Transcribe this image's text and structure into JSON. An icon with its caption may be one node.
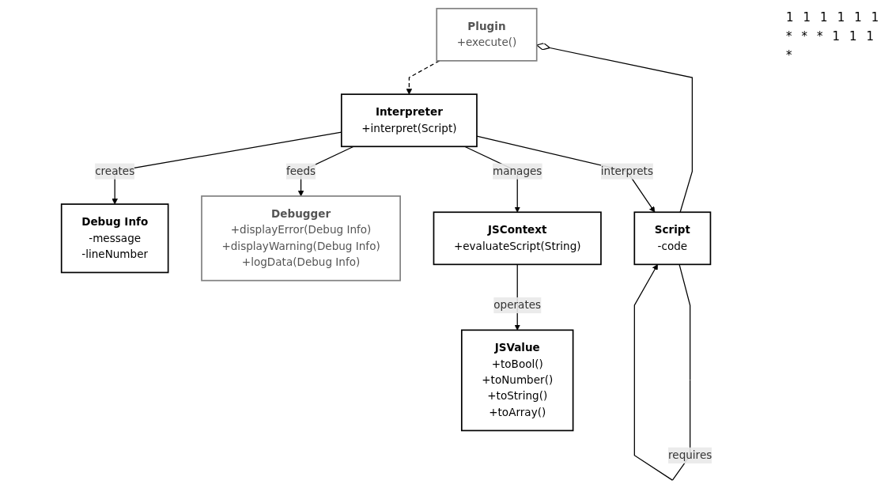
{
  "diagram": {
    "nodes": [
      {
        "text": [
          "Debug Info",
          "-message",
          "-lineNumber"
        ]
      },
      {
        "text": [
          "Plugin",
          "+execute()"
        ]
      },
      {
        "text": [
          "Debugger",
          "+displayError(Debug Info)",
          "+displayWarning(Debug Info)",
          "+logData(Debug Info)"
        ]
      },
      {
        "text": [
          "Interpreter",
          "+interpret(Script)"
        ]
      },
      {
        "text": [
          "Script",
          "-code"
        ]
      },
      {
        "text": [
          "JSValue",
          "+toBool()",
          "+toNumber()",
          "+toString()",
          "+toArray()"
        ]
      },
      {
        "text": [
          "JSContext",
          "+evaluateScript(String)"
        ]
      }
    ],
    "edges": [
      {
        "from": 3,
        "to": 0,
        "arrow": "to",
        "label": "creates"
      },
      {
        "from": 1,
        "to": 3,
        "arrow": "to",
        "style": "dashed"
      },
      {
        "from": 1,
        "to": 4,
        "arrow": "other"
      },
      {
        "from": 3,
        "to": 2,
        "arrow": "to",
        "label": "feeds"
      },
      {
        "from": 3,
        "to": 4,
        "arrow": "to",
        "label": "interprets"
      },
      {
        "from": 4,
        "to": 4,
        "arrow": "to",
        "label": "requires"
      },
      {
        "from": 3,
        "to": 6,
        "arrow": "to",
        "label": "manages"
      },
      {
        "from": 6,
        "to": 5,
        "arrow": "to",
        "label": "operates"
      }
    ],
    "labels": [
      "1",
      "1",
      "1",
      "1",
      "1",
      "1",
      "*",
      "*",
      "*",
      "1",
      "1",
      "1",
      "*"
    ]
  }
}
